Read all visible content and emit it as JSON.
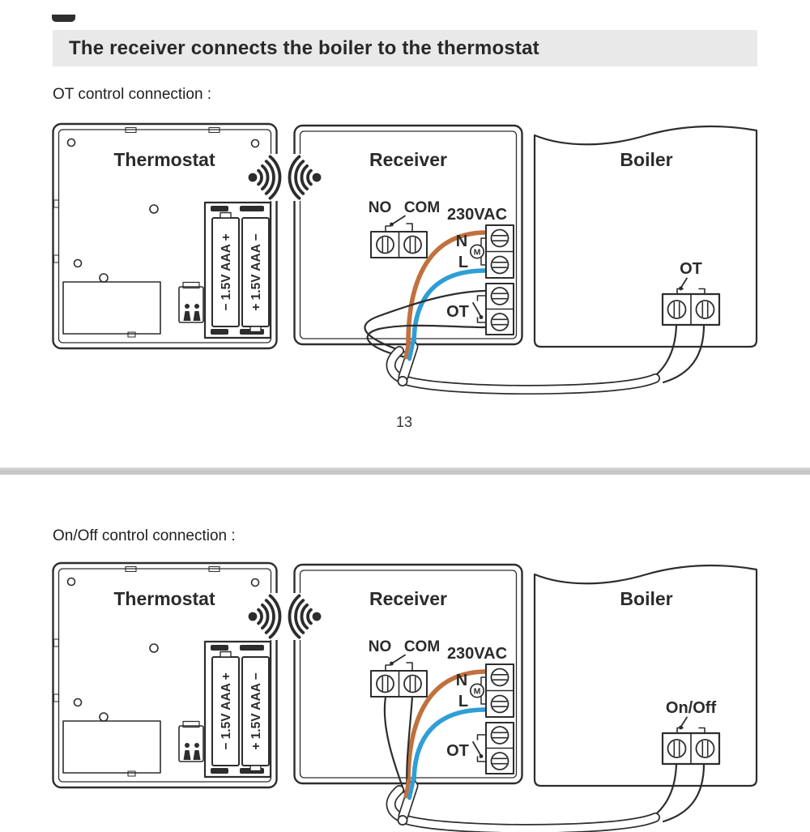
{
  "page": {
    "header_title": "The receiver connects the boiler to the thermostat",
    "page_number": "13"
  },
  "colors": {
    "line": "#2d2d2d",
    "header_bg": "#e9e9e9",
    "wire_live": "#c0713d",
    "wire_neutral": "#2f9ed7",
    "wire_signal": "#2d2d2d"
  },
  "sections": [
    {
      "label": "OT control connection :",
      "variant": "ot",
      "thermostat": {
        "title": "Thermostat",
        "battery_left": "− 1.5V AAA +",
        "battery_right": "+ 1.5V AAA −"
      },
      "receiver": {
        "title": "Receiver",
        "terminal_no": "NO",
        "terminal_com": "COM",
        "voltage": "230VAC",
        "neutral": "N",
        "live": "L",
        "motor": "M",
        "ot_label": "OT"
      },
      "boiler": {
        "title": "Boiler",
        "terminal_label": "OT"
      }
    },
    {
      "label": "On/Off control connection :",
      "variant": "onoff",
      "thermostat": {
        "title": "Thermostat",
        "battery_left": "− 1.5V AAA +",
        "battery_right": "+ 1.5V AAA −"
      },
      "receiver": {
        "title": "Receiver",
        "terminal_no": "NO",
        "terminal_com": "COM",
        "voltage": "230VAC",
        "neutral": "N",
        "live": "L",
        "motor": "M",
        "ot_label": "OT"
      },
      "boiler": {
        "title": "Boiler",
        "terminal_label": "On/Off"
      }
    }
  ]
}
